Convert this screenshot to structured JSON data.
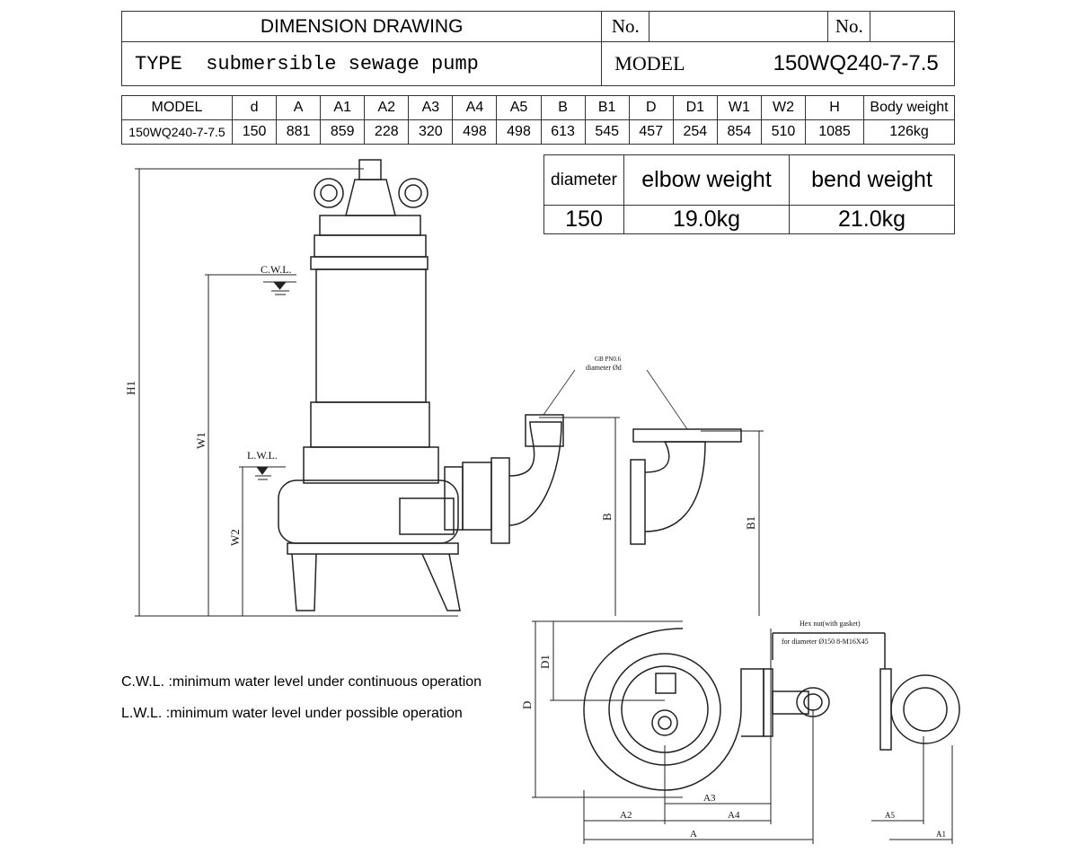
{
  "header": {
    "title": "DIMENSION DRAWING",
    "no_label_1": "No.",
    "no_label_2": "No.",
    "type_label": "TYPE",
    "type_value": "submersible sewage pump",
    "model_label": "MODEL",
    "model_value": "150WQ240-7-7.5"
  },
  "spec_table": {
    "columns": [
      "MODEL",
      "d",
      "A",
      "A1",
      "A2",
      "A3",
      "A4",
      "A5",
      "B",
      "B1",
      "D",
      "D1",
      "W1",
      "W2",
      "H",
      "Body weight"
    ],
    "row": [
      "150WQ240-7-7.5",
      "150",
      "881",
      "859",
      "228",
      "320",
      "498",
      "498",
      "613",
      "545",
      "457",
      "254",
      "854",
      "510",
      "1085",
      "126kg"
    ]
  },
  "weight_table": {
    "columns": [
      "diameter",
      "elbow weight",
      "bend weight"
    ],
    "row": [
      "150",
      "19.0kg",
      "21.0kg"
    ]
  },
  "drawing": {
    "cwl": "C.W.L.",
    "lwl": "L.W.L.",
    "h1": "H1",
    "w1": "W1",
    "w2": "W2",
    "b": "B",
    "b1": "B1",
    "d": "D",
    "d1": "D1",
    "a": "A",
    "a1": "A1",
    "a2": "A2",
    "a3": "A3",
    "a4": "A4",
    "a5": "A5",
    "flange_std": "GB PN0.6",
    "flange_dia": "diameter Ød",
    "hex_nut": "Hex nut(with gasket)",
    "hex_nut_spec": "for diameter Ø150   8-M16X45"
  },
  "notes": [
    "C.W.L. :minimum water level under continuous operation",
    "L.W.L. :minimum water level under possible operation"
  ]
}
